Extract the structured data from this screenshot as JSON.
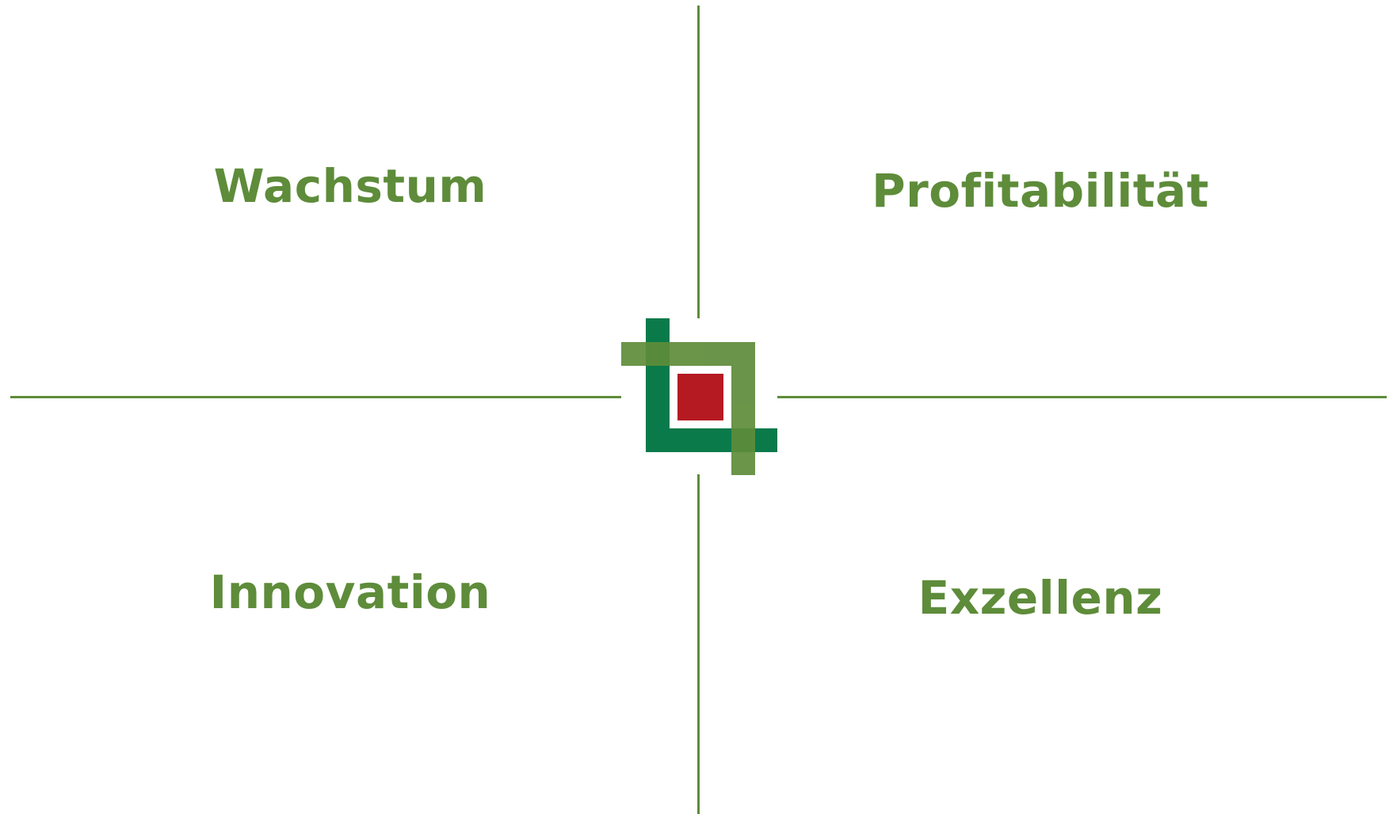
{
  "quadrants": {
    "top_left": "Wachstum",
    "top_right": "Profitabilität",
    "bottom_left": "Innovation",
    "bottom_right": "Exzellenz"
  },
  "colors": {
    "line": "#5e8c3a",
    "label": "#5e8c3a",
    "logo_light_green": "#5e8c3a",
    "logo_dark_green": "#0a7a4a",
    "logo_red": "#b51a23"
  },
  "logo": {
    "icon": "corner-frame-logo-icon"
  }
}
